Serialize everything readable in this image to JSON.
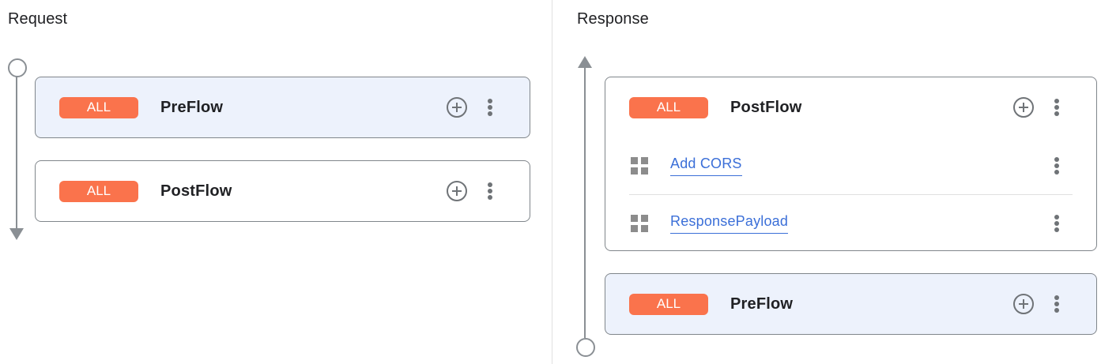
{
  "colors": {
    "badge-bg": "#FA734C",
    "badge-text": "#FFFFFF",
    "card-highlight-bg": "#EDF2FC",
    "card-bg": "#FFFFFF",
    "card-border": "#80868B",
    "link": "#3B6FD8",
    "rail": "#8A8F94",
    "icon-gray": "#6F7377",
    "grid-icon-gray": "#8C8C8C",
    "title-text": "#202124",
    "divider": "#E0E0E0",
    "panel-divider": "#E0E0E0"
  },
  "panels": {
    "request": {
      "title": "Request",
      "flows": [
        {
          "badge": "ALL",
          "name": "PreFlow"
        },
        {
          "badge": "ALL",
          "name": "PostFlow"
        }
      ]
    },
    "response": {
      "title": "Response",
      "flows": [
        {
          "badge": "ALL",
          "name": "PostFlow",
          "policies": [
            {
              "label": "Add CORS"
            },
            {
              "label": "ResponsePayload"
            }
          ]
        },
        {
          "badge": "ALL",
          "name": "PreFlow"
        }
      ]
    }
  }
}
